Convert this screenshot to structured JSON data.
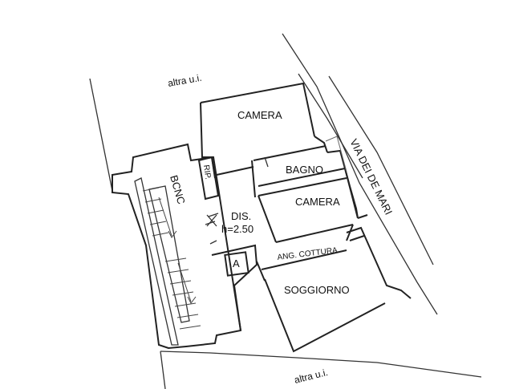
{
  "labels": {
    "altra_top": "altra u.i.",
    "altra_bottom": "altra u.i.",
    "street": "VIA DEI DE MARI",
    "bcnc": "BCNC",
    "rip": "RIP.",
    "camera_1": "CAMERA",
    "bagno": "BAGNO",
    "camera_2": "CAMERA",
    "dis": "DIS.",
    "height": "h=2.50",
    "ang_cottura": "ANG. COTTURA",
    "soggiorno": "SOGGIORNO",
    "box_a": "A"
  }
}
